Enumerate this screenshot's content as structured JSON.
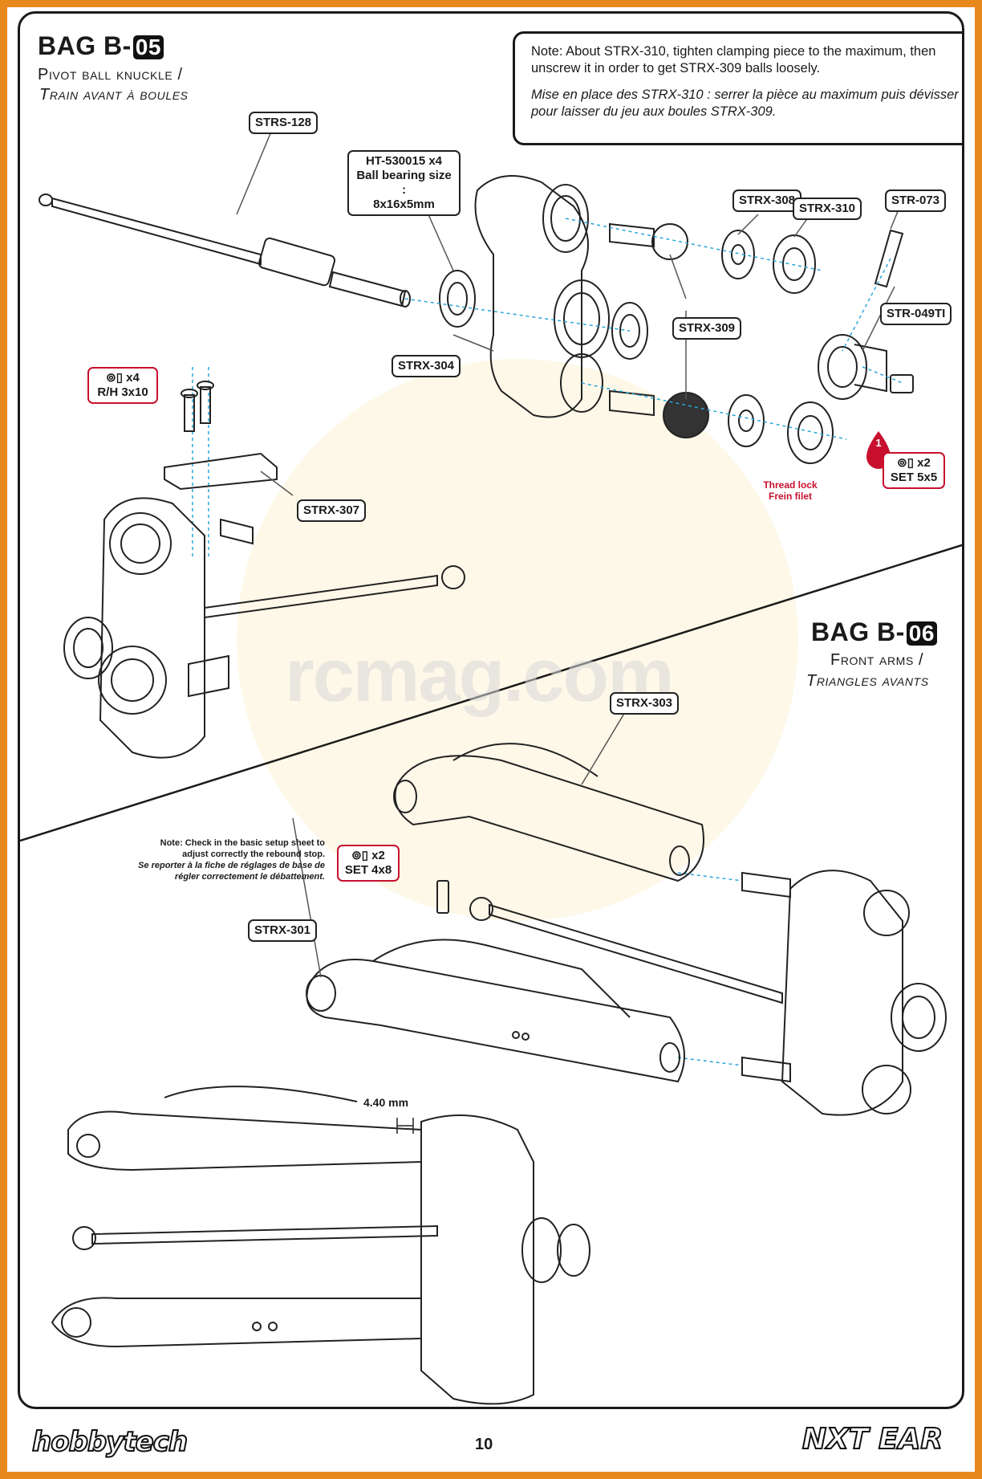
{
  "bag05": {
    "prefix": "BAG B-",
    "number": "05",
    "subtitle": "Pivot ball knuckle /",
    "subtitle_fr": "Train avant à boules"
  },
  "note": {
    "en": "Note: About STRX-310, tighten clamping piece to the maximum, then unscrew it in order to get STRX-309 balls loosely.",
    "fr": "Mise en place des STRX-310 : serrer la pièce au maximum puis dévisser pour laisser du jeu aux boules STRX-309."
  },
  "labels05": {
    "strs128": "STRS-128",
    "ht530015_line1": "HT-530015 x4",
    "ht530015_line2": "Ball bearing size :",
    "ht530015_line3": "8x16x5mm",
    "strx308": "STRX-308",
    "strx310": "STRX-310",
    "str073": "STR-073",
    "strx309": "STRX-309",
    "strx304": "STRX-304",
    "str049ti": "STR-049TI",
    "rh_qty": "x4",
    "rh_size": "R/H 3x10",
    "strx307": "STRX-307",
    "set_qty": "x2",
    "set_size": "SET 5x5",
    "threadlock_step": "1",
    "threadlock_en": "Thread lock",
    "threadlock_fr": "Frein filet"
  },
  "bag06": {
    "prefix": "BAG B-",
    "number": "06",
    "subtitle": "Front arms /",
    "subtitle_fr": "Triangles avants"
  },
  "labels06": {
    "strx303": "STRX-303",
    "strx301": "STRX-301",
    "set_qty": "x2",
    "set_size": "SET 4x8",
    "note_en": "Note: Check in the basic setup sheet to adjust correctly the rebound stop.",
    "note_fr": "Se reporter à la fiche de réglages de base de régler correctement le débattement.",
    "measurement": "4.40 mm"
  },
  "watermark": "rcmag.com",
  "footer": {
    "page_number": "10",
    "brand_left": "hobbytech",
    "brand_right": "NXT EAR"
  },
  "colors": {
    "page_border": "#e8891e",
    "label_red": "#c8102e",
    "guide_line": "#2aa6d8"
  }
}
